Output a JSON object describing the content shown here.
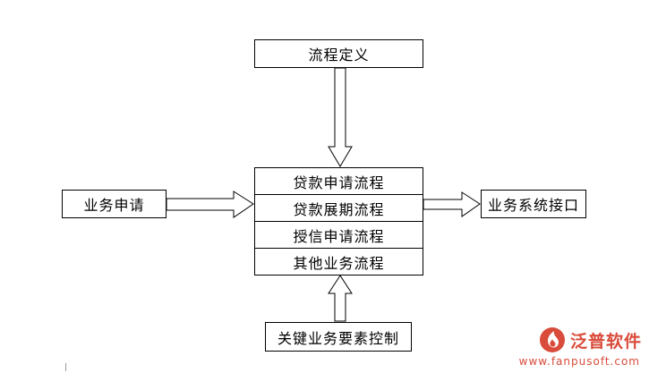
{
  "diagram": {
    "title_box": {
      "label": "流程定义"
    },
    "left_box": {
      "label": "业务申请"
    },
    "right_box": {
      "label": "业务系统接口"
    },
    "bottom_box": {
      "label": "关键业务要素控制"
    },
    "process_stack": {
      "rows": [
        {
          "label": "贷款申请流程"
        },
        {
          "label": "贷款展期流程"
        },
        {
          "label": "授信申请流程"
        },
        {
          "label": "其他业务流程"
        }
      ]
    },
    "arrows": [
      {
        "name": "arrow-down-definition-to-stack",
        "direction": "down"
      },
      {
        "name": "arrow-right-request-to-stack",
        "direction": "right"
      },
      {
        "name": "arrow-right-stack-to-interface",
        "direction": "right"
      },
      {
        "name": "arrow-up-control-to-stack",
        "direction": "up"
      }
    ],
    "colors": {
      "line": "#000000",
      "fill": "#ffffff",
      "watermark": "#d94b3a"
    }
  },
  "watermark": {
    "brand": "泛普软件",
    "url": "www.fanpusoft.com",
    "logo_icon": "flame-logo-icon"
  }
}
